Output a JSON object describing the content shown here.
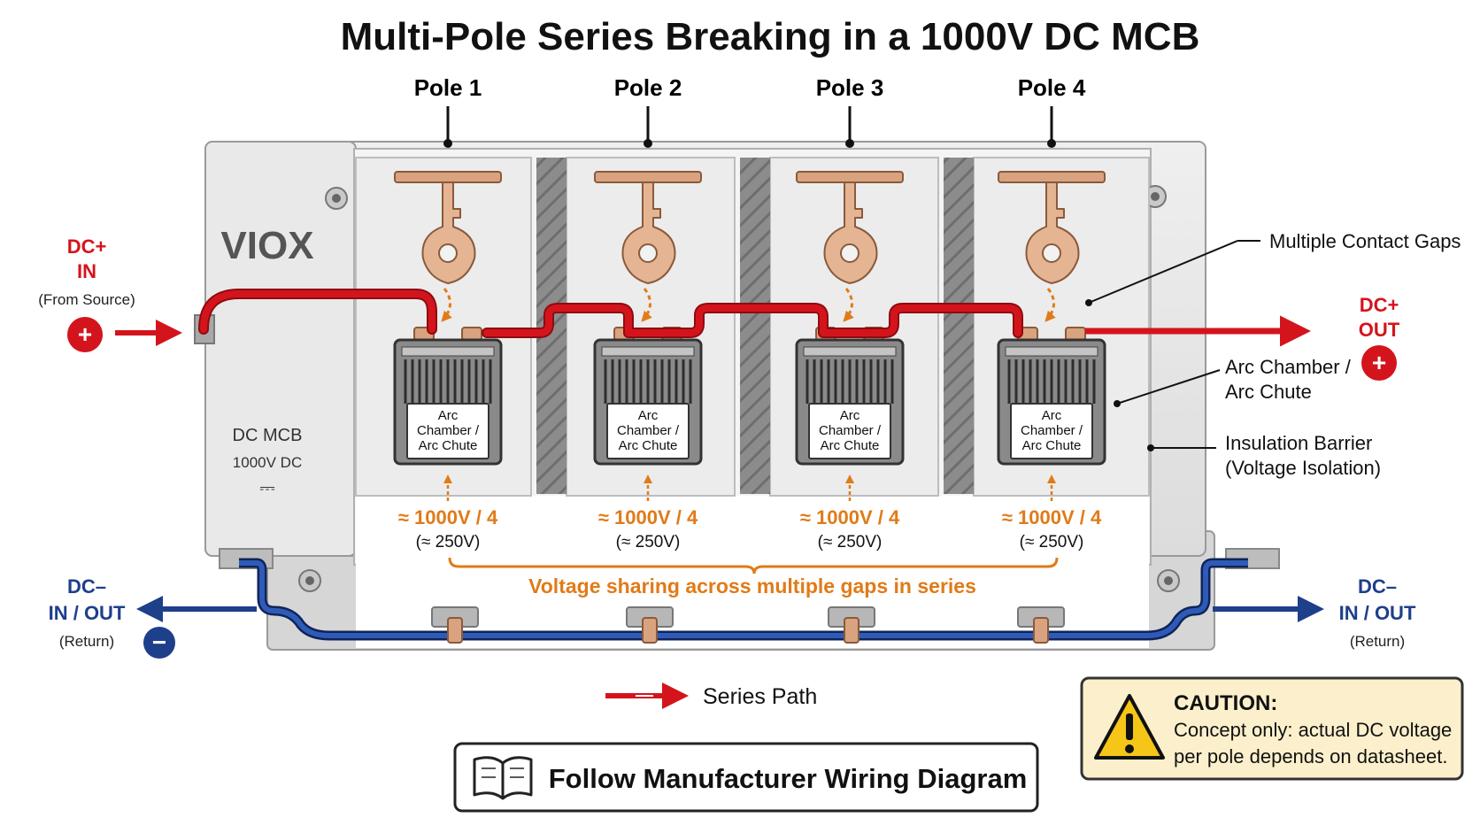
{
  "title": "Multi-Pole Series Breaking in a 1000V DC MCB",
  "brand": "VIOX",
  "device": {
    "label": "DC MCB",
    "rating": "1000V DC",
    "symbol": "⎓"
  },
  "poles": [
    {
      "label": "Pole 1",
      "chamber": [
        "Arc",
        "Chamber /",
        "Arc Chute"
      ],
      "voltage": "≈ 1000V / 4",
      "share": "(≈ 250V)"
    },
    {
      "label": "Pole 2",
      "chamber": [
        "Arc",
        "Chamber /",
        "Arc Chute"
      ],
      "voltage": "≈ 1000V / 4",
      "share": "(≈ 250V)"
    },
    {
      "label": "Pole 3",
      "chamber": [
        "Arc",
        "Chamber /",
        "Arc Chute"
      ],
      "voltage": "≈ 1000V / 4",
      "share": "(≈ 250V)"
    },
    {
      "label": "Pole 4",
      "chamber": [
        "Arc",
        "Chamber /",
        "Arc Chute"
      ],
      "voltage": "≈ 1000V / 4",
      "share": "(≈ 250V)"
    }
  ],
  "terminals": {
    "dc_pos_in": {
      "line1": "DC+",
      "line2": "IN",
      "note": "(From Source)",
      "symbol": "+"
    },
    "dc_pos_out": {
      "line1": "DC+",
      "line2": "OUT",
      "symbol": "+"
    },
    "dc_neg_left": {
      "line1": "DC–",
      "line2": "IN / OUT",
      "note": "(Return)",
      "symbol": "−"
    },
    "dc_neg_right": {
      "line1": "DC–",
      "line2": "IN / OUT",
      "note": "(Return)"
    }
  },
  "callouts": {
    "contact_gaps": "Multiple Contact Gaps",
    "arc_chamber": [
      "Arc Chamber /",
      "Arc Chute"
    ],
    "insulation": [
      "Insulation Barrier",
      "(Voltage Isolation)"
    ]
  },
  "voltage_sharing": "Voltage sharing across multiple gaps in series",
  "legend": {
    "series_path": "Series Path"
  },
  "manual_button": "Follow Manufacturer Wiring Diagram",
  "caution": {
    "title": "CAUTION:",
    "line1": "Concept only: actual DC voltage",
    "line2": "per pole depends on datasheet."
  },
  "colors": {
    "positive": "#d4141c",
    "negative": "#1e3f8a",
    "voltage": "#e07b18",
    "copper": "#d9a37f",
    "caution_bg": "#fcf0cc",
    "caution_icon": "#f5c518"
  }
}
